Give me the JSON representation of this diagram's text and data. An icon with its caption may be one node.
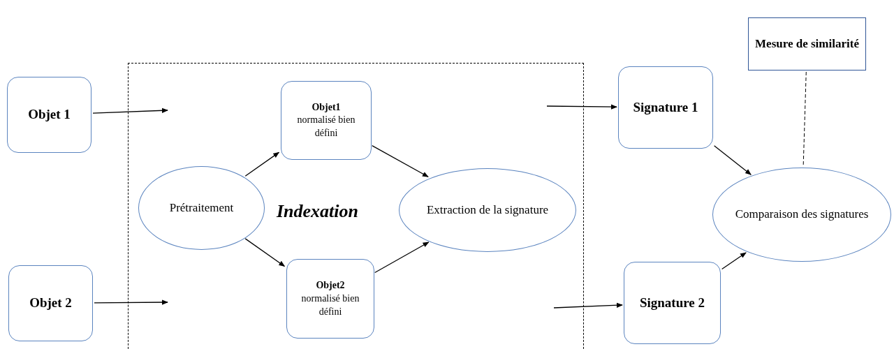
{
  "diagram": {
    "nodes": [
      {
        "text": [
          "Objet 1"
        ]
      },
      {
        "text": [
          "Objet 2"
        ]
      },
      {
        "text": [
          "Indexation"
        ]
      },
      {
        "text": [
          "Prétraitement"
        ],
        "in": 2
      },
      {
        "text": [
          "Objet1",
          "normalisé bien défini"
        ],
        "in": 2
      },
      {
        "text": [
          "Objet2",
          "normalisé bien défini"
        ],
        "in": 2
      },
      {
        "text": [
          "Extraction de la signature"
        ],
        "in": 2
      },
      {
        "text": [
          "Signature 1"
        ]
      },
      {
        "text": [
          "Signature 2"
        ]
      },
      {
        "text": [
          "Comparaison des signatures"
        ]
      },
      {
        "text": [
          "Mesure de similarité"
        ]
      }
    ],
    "edges": [
      {
        "from": 0,
        "to": null,
        "arrow": "to"
      },
      {
        "from": 1,
        "to": null,
        "arrow": "to"
      },
      {
        "from": 3,
        "to": 4,
        "arrow": "to"
      },
      {
        "from": 3,
        "to": 5,
        "arrow": "to"
      },
      {
        "from": 4,
        "to": 6,
        "arrow": "to"
      },
      {
        "from": 5,
        "to": 6,
        "arrow": "to"
      },
      {
        "from": null,
        "to": 7,
        "arrow": "to"
      },
      {
        "from": null,
        "to": 8,
        "arrow": "to"
      },
      {
        "from": 7,
        "to": 9,
        "arrow": "to"
      },
      {
        "from": 8,
        "to": 9,
        "arrow": "to"
      },
      {
        "from": 10,
        "to": 9,
        "arrow": "none",
        "style": "dashed"
      }
    ]
  }
}
